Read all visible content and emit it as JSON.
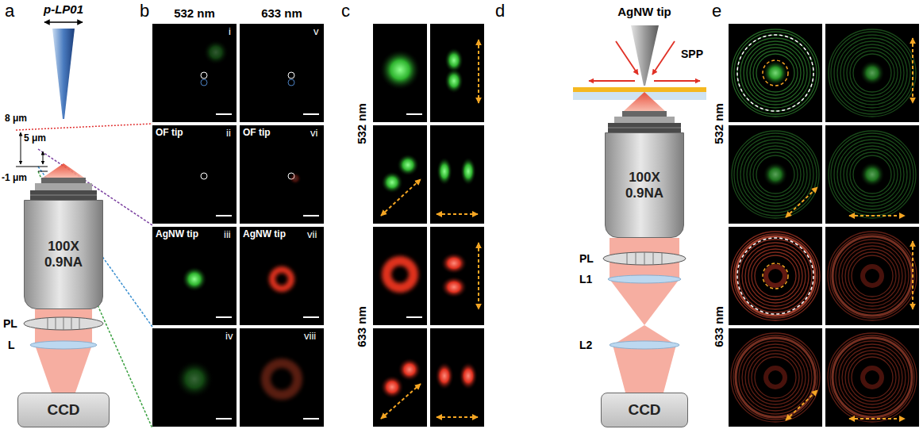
{
  "diagram": {
    "nodes": [
      {
        "text": [
          "100X 0.9NA"
        ]
      },
      {
        "text": [
          "CCD"
        ]
      },
      {
        "text": [
          "100X 0.9NA"
        ]
      },
      {
        "text": [
          "CCD"
        ]
      }
    ],
    "labels": [
      "a",
      "p-LP01",
      "8 μm",
      "5 μm",
      "-1 μm",
      "PL",
      "L",
      "b",
      "532 nm",
      "633 nm",
      "i",
      "v",
      "OF tip",
      "ii",
      "OF tip",
      "vi",
      "AgNW tip",
      "iii",
      "AgNW tip",
      "vii",
      "iv",
      "viii",
      "c",
      "532 nm",
      "633 nm",
      "d",
      "AgNW tip",
      "SPP",
      "PL",
      "L1",
      "L2",
      "e",
      "532 nm",
      "633 nm"
    ]
  }
}
